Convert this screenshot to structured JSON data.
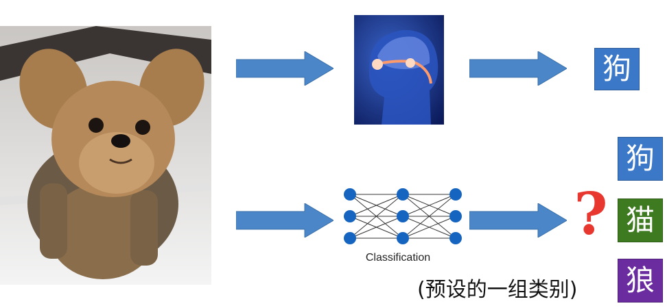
{
  "colors": {
    "arrow": "#4a86c8",
    "answer_box": "#3b78c8",
    "class_dog": "#3b78c8",
    "class_cat": "#3e7a1f",
    "class_wolf": "#6a2c9f",
    "question_mark": "#e8372f",
    "nn_node": "#1565c0"
  },
  "human_pipeline": {
    "answer": "狗"
  },
  "machine_pipeline": {
    "model_caption": "Classification",
    "question_mark": "?",
    "classes": [
      "狗",
      "猫",
      "狼"
    ],
    "note": "(预设的一组类别)"
  }
}
